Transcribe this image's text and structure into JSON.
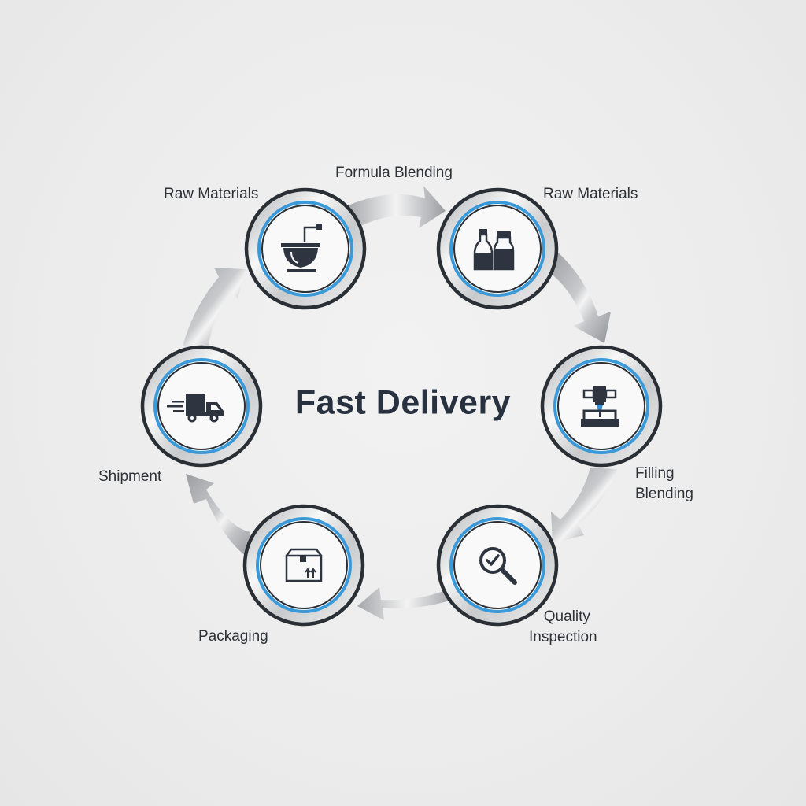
{
  "diagram": {
    "center_title": "Fast Delivery",
    "colors": {
      "background": "#ececec",
      "ring_dark": "#2a2f36",
      "ring_accent": "#3a9ad9",
      "icon_dark": "#2e3540",
      "icon_accent": "#3a8fd6",
      "text": "#2e3136",
      "arrow_light": "#f2f2f2",
      "arrow_dark": "#9a9ca0"
    },
    "nodes": [
      {
        "id": "mixing",
        "icon": "mixing-bowl-icon",
        "label": "Raw Materials",
        "label_lines": [
          "Raw Materials"
        ]
      },
      {
        "id": "bottles",
        "icon": "bottles-icon",
        "label": "Raw Materials",
        "label_lines": [
          "Raw Materials"
        ]
      },
      {
        "id": "filling",
        "icon": "filling-machine-icon",
        "label": "Filling Blending",
        "label_lines": [
          "Filling",
          "Blending"
        ]
      },
      {
        "id": "inspection",
        "icon": "magnifier-check-icon",
        "label": "Quality Inspection",
        "label_lines": [
          "Quality",
          "Inspection"
        ]
      },
      {
        "id": "packaging",
        "icon": "package-box-icon",
        "label": "Packaging",
        "label_lines": [
          "Packaging"
        ]
      },
      {
        "id": "shipment",
        "icon": "delivery-truck-icon",
        "label": "Shipment",
        "label_lines": [
          "Shipment"
        ]
      }
    ],
    "arrow_labels": [
      {
        "between": "mixing-bottles",
        "text": "Formula Blending"
      }
    ],
    "flow_direction": "clockwise"
  }
}
